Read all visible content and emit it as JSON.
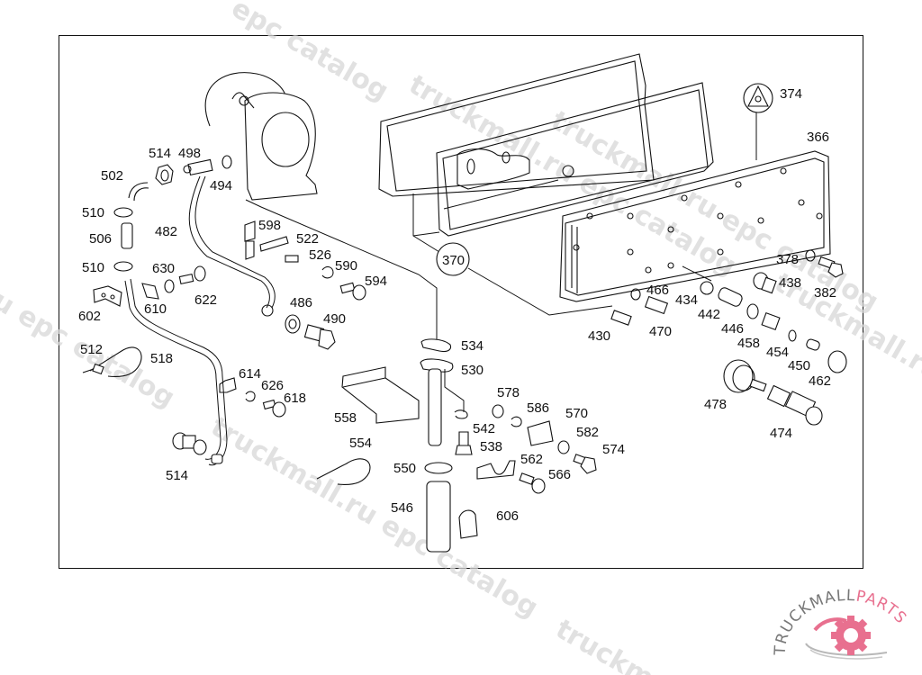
{
  "diagram": {
    "title": "Oil pan / sump assembly exploded view",
    "callouts": [
      {
        "id": "514a",
        "text": "514"
      },
      {
        "id": "498",
        "text": "498"
      },
      {
        "id": "502",
        "text": "502"
      },
      {
        "id": "494",
        "text": "494"
      },
      {
        "id": "510a",
        "text": "510"
      },
      {
        "id": "506",
        "text": "506"
      },
      {
        "id": "482",
        "text": "482"
      },
      {
        "id": "510b",
        "text": "510"
      },
      {
        "id": "630",
        "text": "630"
      },
      {
        "id": "622",
        "text": "622"
      },
      {
        "id": "610",
        "text": "610"
      },
      {
        "id": "602",
        "text": "602"
      },
      {
        "id": "598",
        "text": "598"
      },
      {
        "id": "522",
        "text": "522"
      },
      {
        "id": "526",
        "text": "526"
      },
      {
        "id": "590",
        "text": "590"
      },
      {
        "id": "594",
        "text": "594"
      },
      {
        "id": "486",
        "text": "486"
      },
      {
        "id": "490",
        "text": "490"
      },
      {
        "id": "512",
        "text": "512"
      },
      {
        "id": "518",
        "text": "518"
      },
      {
        "id": "614",
        "text": "614"
      },
      {
        "id": "626",
        "text": "626"
      },
      {
        "id": "618",
        "text": "618"
      },
      {
        "id": "514b",
        "text": "514"
      },
      {
        "id": "558",
        "text": "558"
      },
      {
        "id": "554",
        "text": "554"
      },
      {
        "id": "534",
        "text": "534"
      },
      {
        "id": "530",
        "text": "530"
      },
      {
        "id": "578",
        "text": "578"
      },
      {
        "id": "586",
        "text": "586"
      },
      {
        "id": "570",
        "text": "570"
      },
      {
        "id": "542",
        "text": "542"
      },
      {
        "id": "582",
        "text": "582"
      },
      {
        "id": "538",
        "text": "538"
      },
      {
        "id": "574",
        "text": "574"
      },
      {
        "id": "562",
        "text": "562"
      },
      {
        "id": "566",
        "text": "566"
      },
      {
        "id": "550",
        "text": "550"
      },
      {
        "id": "546",
        "text": "546"
      },
      {
        "id": "606",
        "text": "606"
      },
      {
        "id": "370",
        "text": "370"
      },
      {
        "id": "374",
        "text": "374"
      },
      {
        "id": "366",
        "text": "366"
      },
      {
        "id": "378",
        "text": "378"
      },
      {
        "id": "382",
        "text": "382"
      },
      {
        "id": "438",
        "text": "438"
      },
      {
        "id": "466",
        "text": "466"
      },
      {
        "id": "434",
        "text": "434"
      },
      {
        "id": "442",
        "text": "442"
      },
      {
        "id": "430",
        "text": "430"
      },
      {
        "id": "470",
        "text": "470"
      },
      {
        "id": "446",
        "text": "446"
      },
      {
        "id": "458",
        "text": "458"
      },
      {
        "id": "454",
        "text": "454"
      },
      {
        "id": "450",
        "text": "450"
      },
      {
        "id": "462",
        "text": "462"
      },
      {
        "id": "478",
        "text": "478"
      },
      {
        "id": "474",
        "text": "474"
      }
    ]
  },
  "watermarks": [
    {
      "text": "epc catalog"
    },
    {
      "text": "truckmall.ru epc catalog"
    },
    {
      "text": "truckmall.ru epc catalog"
    },
    {
      "text": "truckmall.ru e"
    },
    {
      "text": "u epc catalog"
    },
    {
      "text": "truckmall.ru epc catalog"
    },
    {
      "text": "truckm"
    }
  ],
  "logo": {
    "text_dark": "TRUCKMALL",
    "text_accent": "PARTS",
    "accent_color": "#e8708f",
    "gray_color": "#a8a8a8"
  }
}
